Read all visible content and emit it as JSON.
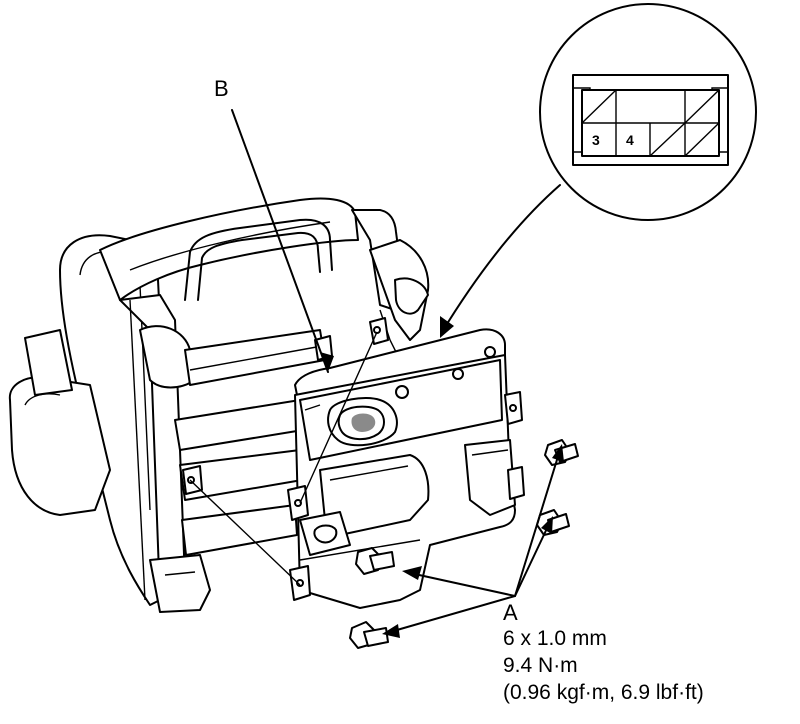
{
  "callouts": {
    "label_b": "B",
    "label_a": "A"
  },
  "bolt_spec": {
    "size": "6 x 1.0 mm",
    "torque_nm": "9.4 N·m",
    "torque_alt": "(0.96 kgf·m, 6.9 lbf·ft)"
  },
  "connector": {
    "pins": [
      "3",
      "4"
    ]
  }
}
